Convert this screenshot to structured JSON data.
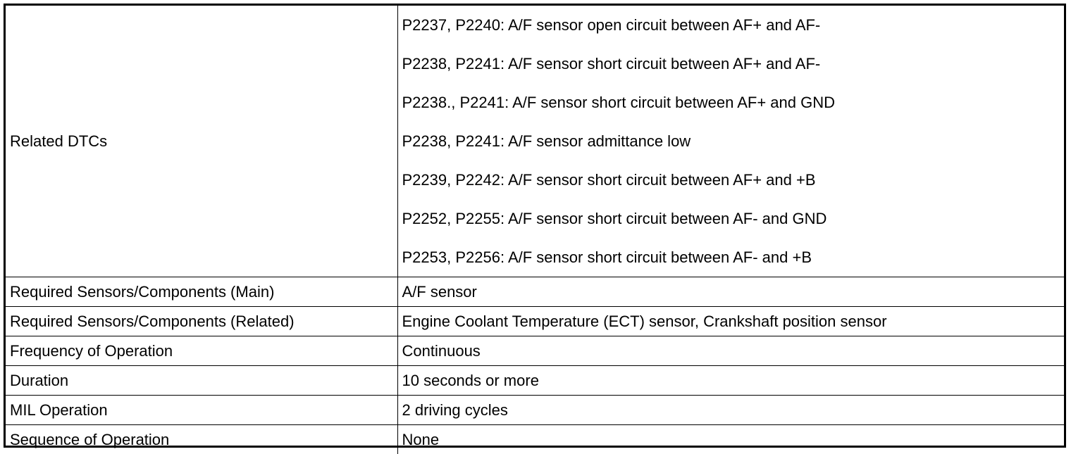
{
  "related_dtcs": {
    "label": "Related DTCs",
    "items": [
      "P2237, P2240: A/F sensor open circuit between AF+ and AF-",
      "P2238, P2241: A/F sensor short circuit between AF+ and AF-",
      "P2238., P2241: A/F sensor short circuit between AF+ and GND",
      "P2238, P2241: A/F sensor admittance low",
      "P2239, P2242: A/F sensor short circuit between AF+ and +B",
      "P2252, P2255: A/F sensor short circuit between AF- and GND",
      "P2253, P2256: A/F sensor short circuit between AF- and +B"
    ]
  },
  "rows": [
    {
      "label": "Required Sensors/Components (Main)",
      "value": "A/F sensor"
    },
    {
      "label": "Required Sensors/Components (Related)",
      "value": "Engine Coolant Temperature (ECT) sensor, Crankshaft position sensor"
    },
    {
      "label": "Frequency of Operation",
      "value": "Continuous"
    },
    {
      "label": "Duration",
      "value": "10 seconds or more"
    },
    {
      "label": "MIL Operation",
      "value": "2 driving cycles"
    },
    {
      "label": "Sequence of Operation",
      "value": "None"
    }
  ]
}
